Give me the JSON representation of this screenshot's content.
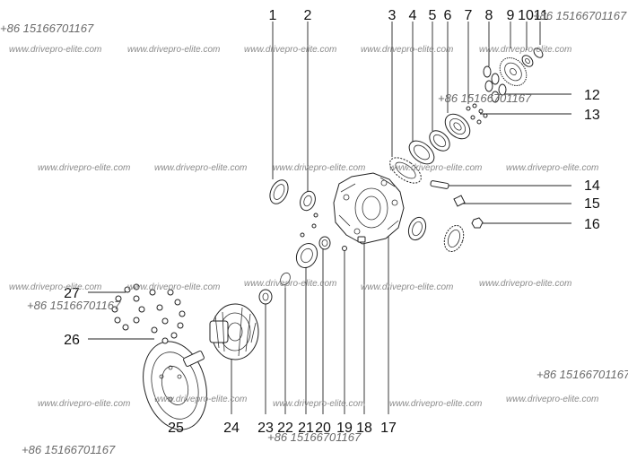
{
  "callouts": [
    "1",
    "2",
    "3",
    "4",
    "5",
    "6",
    "7",
    "8",
    "9",
    "10",
    "11",
    "12",
    "13",
    "14",
    "15",
    "16",
    "17",
    "18",
    "19",
    "20",
    "21",
    "22",
    "23",
    "24",
    "25",
    "26",
    "27"
  ],
  "watermark": {
    "url": "www.drivepro-elite.com",
    "phone": "+86 15166701167"
  }
}
